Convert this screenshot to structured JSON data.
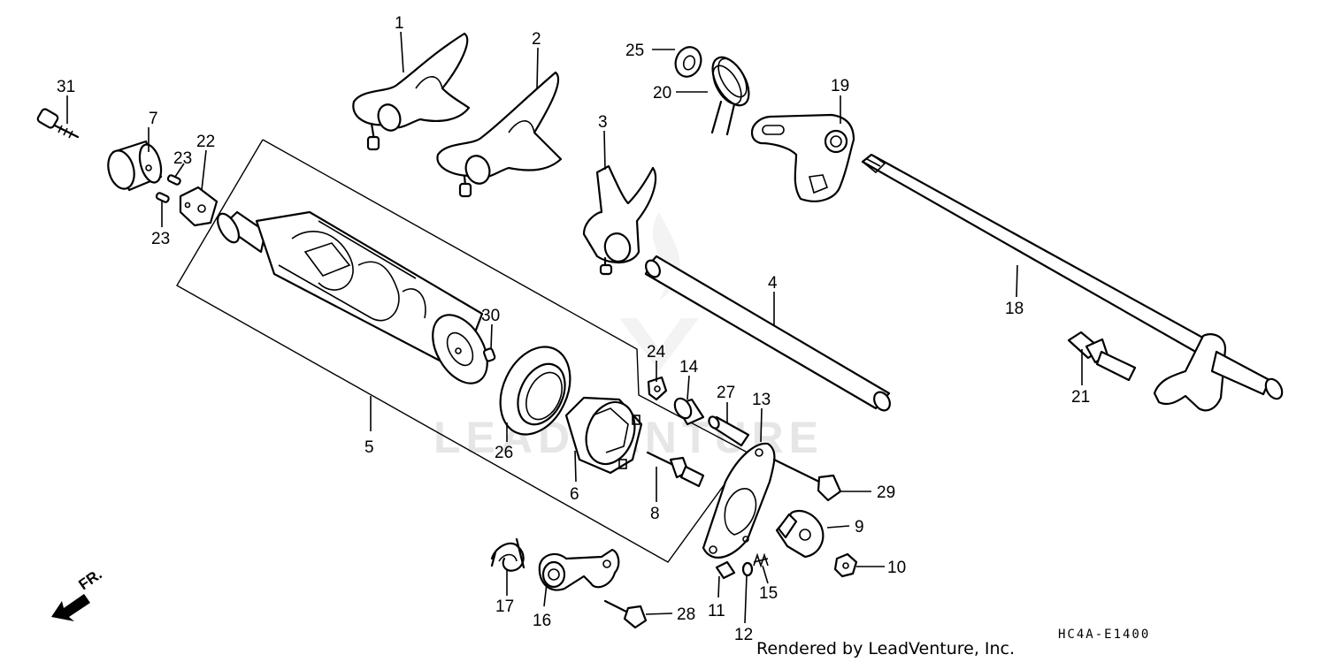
{
  "diagram": {
    "credit": "Rendered by LeadVenture, Inc.",
    "code": "HC4A-E1400",
    "watermark": "LEADVENTURE",
    "front_label": "FR.",
    "callouts": [
      {
        "id": "1",
        "label": "1"
      },
      {
        "id": "2",
        "label": "2"
      },
      {
        "id": "3",
        "label": "3"
      },
      {
        "id": "4",
        "label": "4"
      },
      {
        "id": "5",
        "label": "5"
      },
      {
        "id": "6",
        "label": "6"
      },
      {
        "id": "7",
        "label": "7"
      },
      {
        "id": "8",
        "label": "8"
      },
      {
        "id": "9",
        "label": "9"
      },
      {
        "id": "10",
        "label": "10"
      },
      {
        "id": "11",
        "label": "11"
      },
      {
        "id": "12",
        "label": "12"
      },
      {
        "id": "13",
        "label": "13"
      },
      {
        "id": "14",
        "label": "14"
      },
      {
        "id": "15",
        "label": "15"
      },
      {
        "id": "16",
        "label": "16"
      },
      {
        "id": "17",
        "label": "17"
      },
      {
        "id": "18",
        "label": "18"
      },
      {
        "id": "19",
        "label": "19"
      },
      {
        "id": "20",
        "label": "20"
      },
      {
        "id": "21",
        "label": "21"
      },
      {
        "id": "22",
        "label": "22"
      },
      {
        "id": "23a",
        "label": "23"
      },
      {
        "id": "23b",
        "label": "23"
      },
      {
        "id": "24",
        "label": "24"
      },
      {
        "id": "25",
        "label": "25"
      },
      {
        "id": "26",
        "label": "26"
      },
      {
        "id": "27",
        "label": "27"
      },
      {
        "id": "28",
        "label": "28"
      },
      {
        "id": "29",
        "label": "29"
      },
      {
        "id": "30",
        "label": "30"
      },
      {
        "id": "31",
        "label": "31"
      }
    ]
  }
}
